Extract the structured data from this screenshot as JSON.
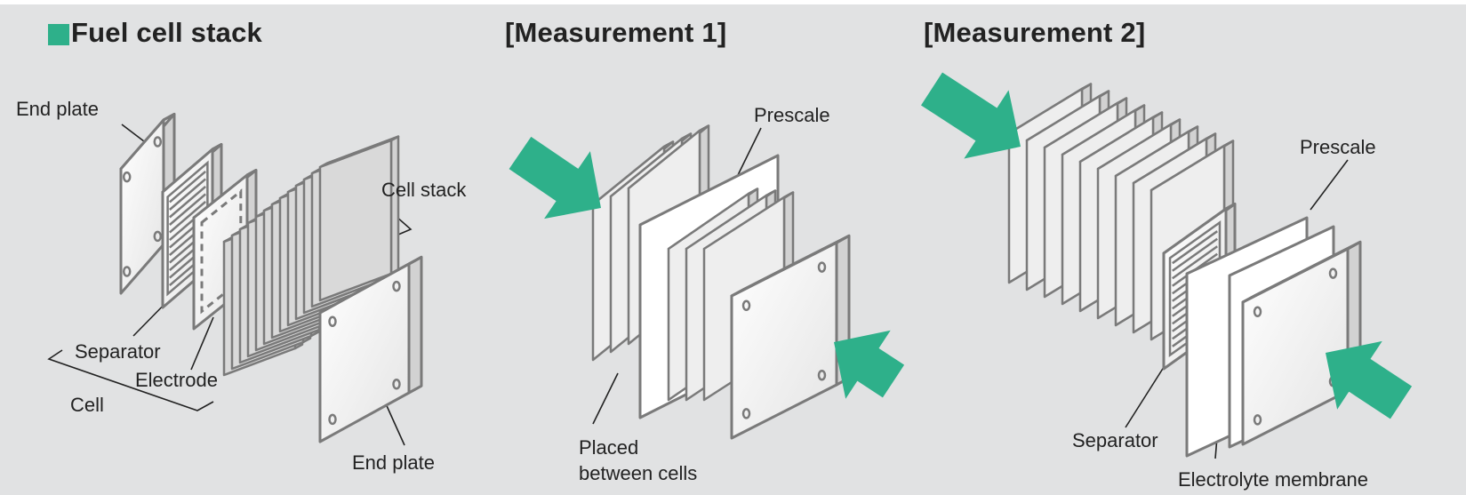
{
  "colors": {
    "background": "#e1e2e3",
    "accent_green": "#2eb08a",
    "plate_stroke": "#7a7a7a",
    "plate_fill": "#f2f2f2",
    "text": "#222222"
  },
  "headings": {
    "fuel_cell_stack": "Fuel cell stack",
    "measurement_1": "[Measurement 1]",
    "measurement_2": "[Measurement 2]"
  },
  "icons": {
    "legend_square": "green-square-icon",
    "pressure_arrow": "green-arrow-icon"
  },
  "labels": {
    "stack": {
      "end_plate_top": "End plate",
      "cell_stack": "Cell stack",
      "separator": "Separator",
      "electrode": "Electrode",
      "cell": "Cell",
      "end_plate_bottom": "End plate"
    },
    "measurement_1": {
      "prescale": "Prescale",
      "placed_line1": "Placed",
      "placed_line2": "between cells"
    },
    "measurement_2": {
      "prescale": "Prescale",
      "separator": "Separator",
      "electrolyte_membrane": "Electrolyte membrane"
    }
  }
}
